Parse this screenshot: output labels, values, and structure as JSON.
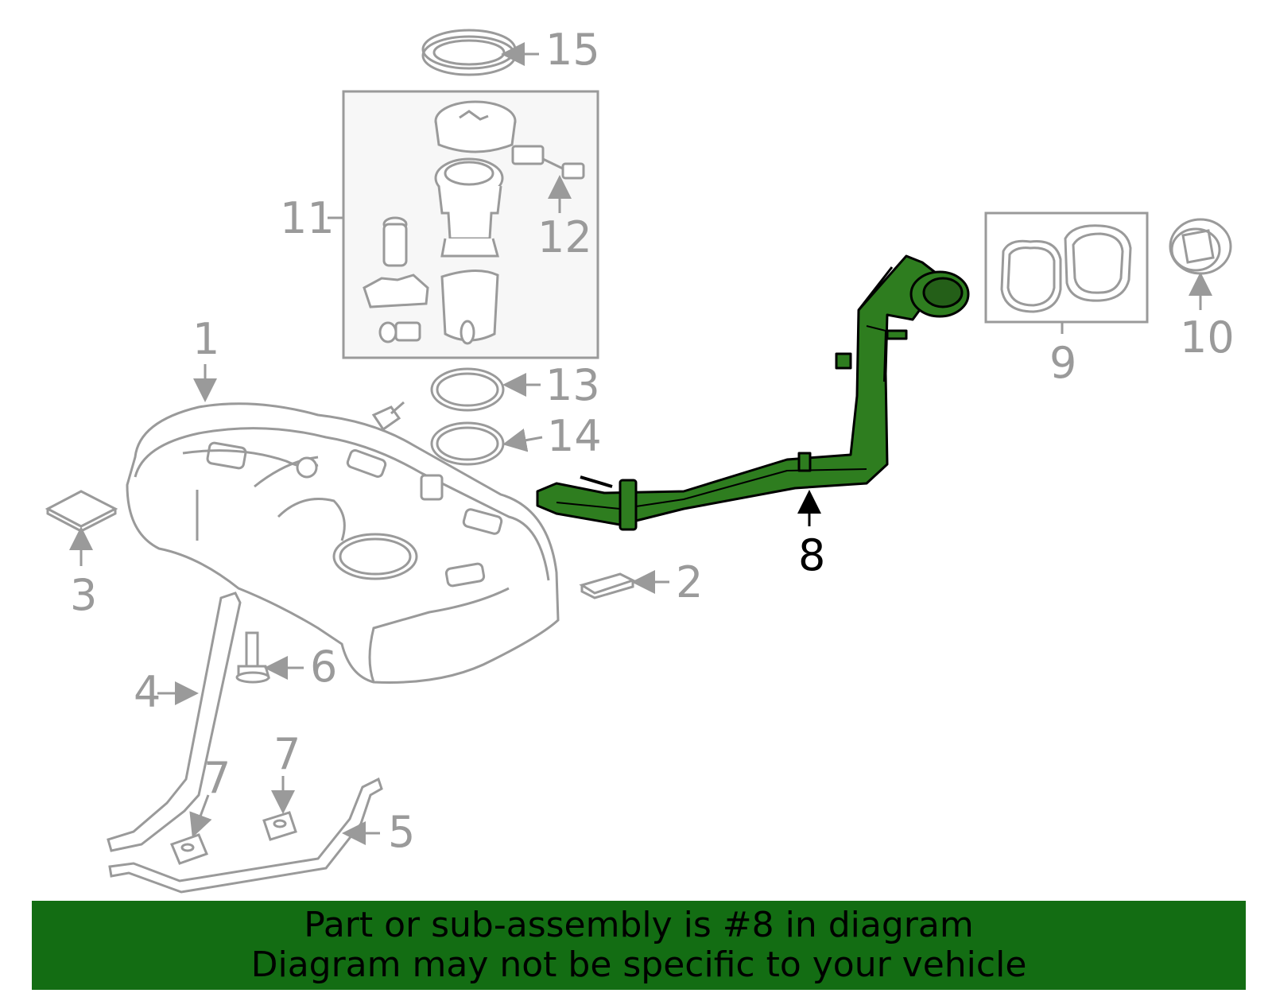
{
  "callouts": [
    {
      "id": "1",
      "label": "1"
    },
    {
      "id": "2",
      "label": "2"
    },
    {
      "id": "3",
      "label": "3"
    },
    {
      "id": "4",
      "label": "4"
    },
    {
      "id": "5",
      "label": "5"
    },
    {
      "id": "6",
      "label": "6"
    },
    {
      "id": "7a",
      "label": "7"
    },
    {
      "id": "7b",
      "label": "7"
    },
    {
      "id": "8",
      "label": "8"
    },
    {
      "id": "9",
      "label": "9"
    },
    {
      "id": "10",
      "label": "10"
    },
    {
      "id": "11",
      "label": "11"
    },
    {
      "id": "12",
      "label": "12"
    },
    {
      "id": "13",
      "label": "13"
    },
    {
      "id": "14",
      "label": "14"
    },
    {
      "id": "15",
      "label": "15"
    }
  ],
  "highlighted_part": "8",
  "banner": {
    "line1": "Part or sub-assembly is #8 in diagram",
    "line2": "Diagram may not be specific to your vehicle"
  },
  "colors": {
    "line_gray": "#9a9a9a",
    "highlight_green": "#2e7d1f",
    "banner_green": "#136d13",
    "box_fill": "#f7f7f7"
  }
}
